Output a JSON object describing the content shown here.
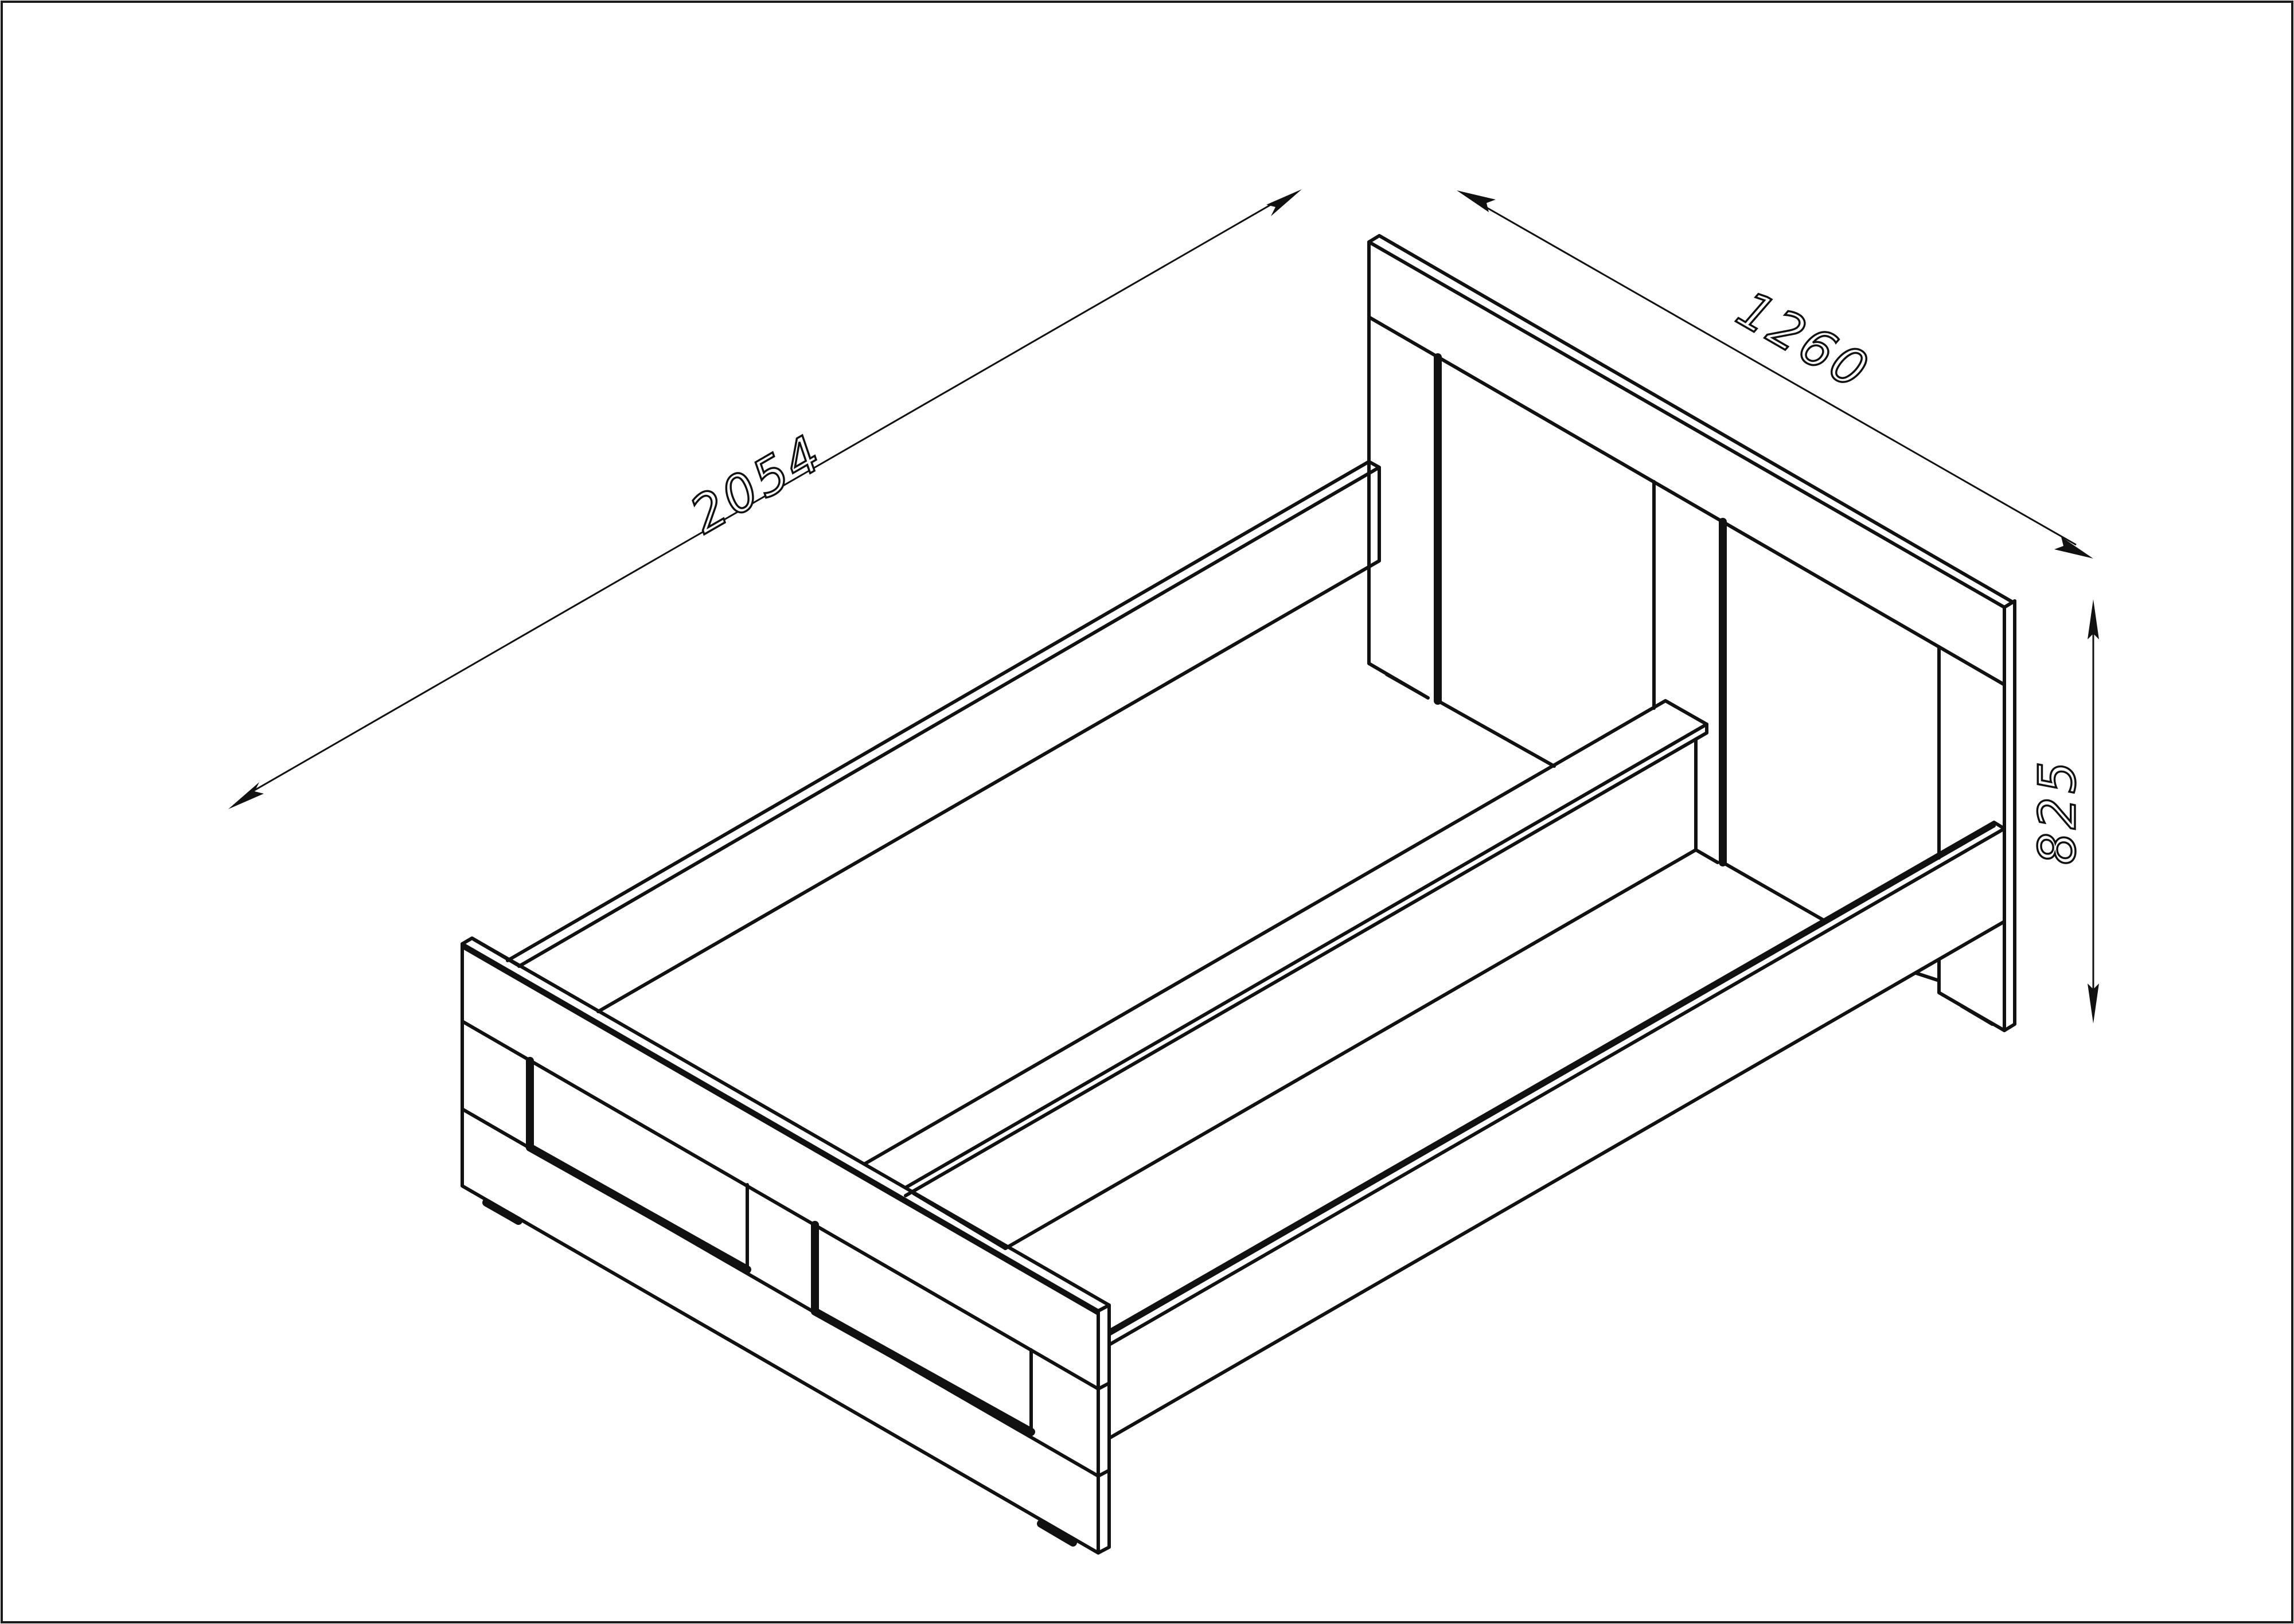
{
  "drawing": {
    "subject": "bed frame",
    "dimensions": {
      "length": "2054",
      "width": "1260",
      "height": "825"
    },
    "colors": {
      "line": "#111111",
      "background": "#ffffff"
    }
  }
}
